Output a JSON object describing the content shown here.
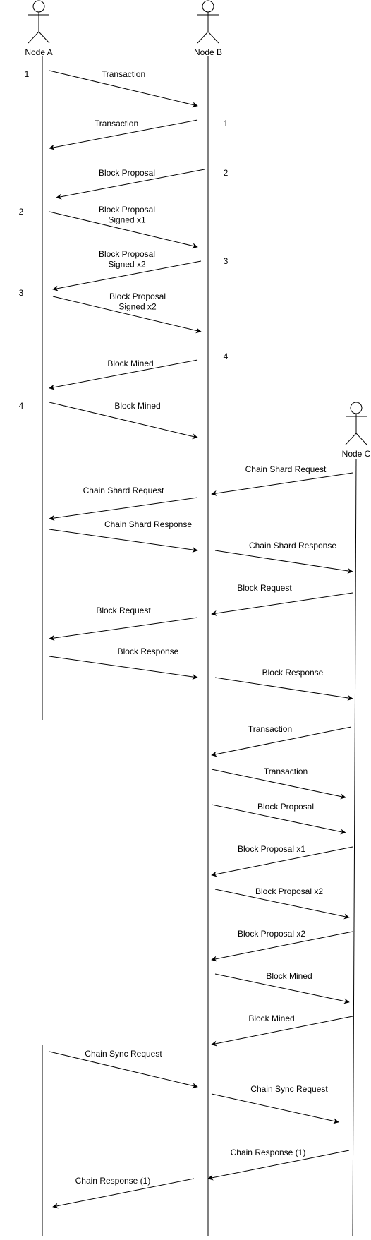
{
  "colors": {
    "stroke": "#000000",
    "background": "#ffffff"
  },
  "actors": [
    {
      "id": "A",
      "name": "Node A"
    },
    {
      "id": "B",
      "name": "Node B"
    },
    {
      "id": "C",
      "name": "Node C"
    }
  ],
  "messages": [
    {
      "from": "A",
      "to": "B",
      "label": [
        "Transaction"
      ]
    },
    {
      "from": "B",
      "to": "A",
      "label": [
        "Transaction"
      ]
    },
    {
      "from": "B",
      "to": "A",
      "label": [
        "Block Proposal"
      ]
    },
    {
      "from": "A",
      "to": "B",
      "label": [
        "Block Proposal",
        "Signed x1"
      ]
    },
    {
      "from": "B",
      "to": "A",
      "label": [
        "Block Proposal",
        "Signed x2"
      ]
    },
    {
      "from": "A",
      "to": "B",
      "label": [
        "Block Proposal",
        "Signed x2"
      ]
    },
    {
      "from": "B",
      "to": "A",
      "label": [
        "Block Mined"
      ]
    },
    {
      "from": "A",
      "to": "B",
      "label": [
        "Block Mined"
      ]
    },
    {
      "from": "C",
      "to": "B",
      "label": [
        "Chain Shard Request"
      ]
    },
    {
      "from": "B",
      "to": "A",
      "label": [
        "Chain Shard Request"
      ]
    },
    {
      "from": "A",
      "to": "B",
      "label": [
        "Chain Shard Response"
      ]
    },
    {
      "from": "B",
      "to": "C",
      "label": [
        "Chain Shard Response"
      ]
    },
    {
      "from": "C",
      "to": "B",
      "label": [
        "Block Request"
      ]
    },
    {
      "from": "B",
      "to": "A",
      "label": [
        "Block Request"
      ]
    },
    {
      "from": "A",
      "to": "B",
      "label": [
        "Block Response"
      ]
    },
    {
      "from": "B",
      "to": "C",
      "label": [
        "Block Response"
      ]
    },
    {
      "from": "C",
      "to": "B",
      "label": [
        "Transaction"
      ]
    },
    {
      "from": "B",
      "to": "C",
      "label": [
        "Transaction"
      ]
    },
    {
      "from": "B",
      "to": "C",
      "label": [
        "Block Proposal"
      ]
    },
    {
      "from": "C",
      "to": "B",
      "label": [
        "Block Proposal x1"
      ]
    },
    {
      "from": "B",
      "to": "C",
      "label": [
        "Block Proposal x2"
      ]
    },
    {
      "from": "C",
      "to": "B",
      "label": [
        "Block Proposal x2"
      ]
    },
    {
      "from": "B",
      "to": "C",
      "label": [
        "Block Mined"
      ]
    },
    {
      "from": "C",
      "to": "B",
      "label": [
        "Block Mined"
      ]
    },
    {
      "from": "A",
      "to": "B",
      "label": [
        "Chain Sync Request"
      ]
    },
    {
      "from": "B",
      "to": "C",
      "label": [
        "Chain Sync Request"
      ]
    },
    {
      "from": "C",
      "to": "B",
      "label": [
        "Chain Response (1)"
      ]
    },
    {
      "from": "B",
      "to": "A",
      "label": [
        "Chain Response (1)"
      ]
    }
  ],
  "step_numbers": [
    {
      "text": "1",
      "side": "A"
    },
    {
      "text": "1",
      "side": "B"
    },
    {
      "text": "2",
      "side": "B"
    },
    {
      "text": "2",
      "side": "A"
    },
    {
      "text": "3",
      "side": "B"
    },
    {
      "text": "3",
      "side": "A"
    },
    {
      "text": "4",
      "side": "B"
    },
    {
      "text": "4",
      "side": "A"
    }
  ]
}
